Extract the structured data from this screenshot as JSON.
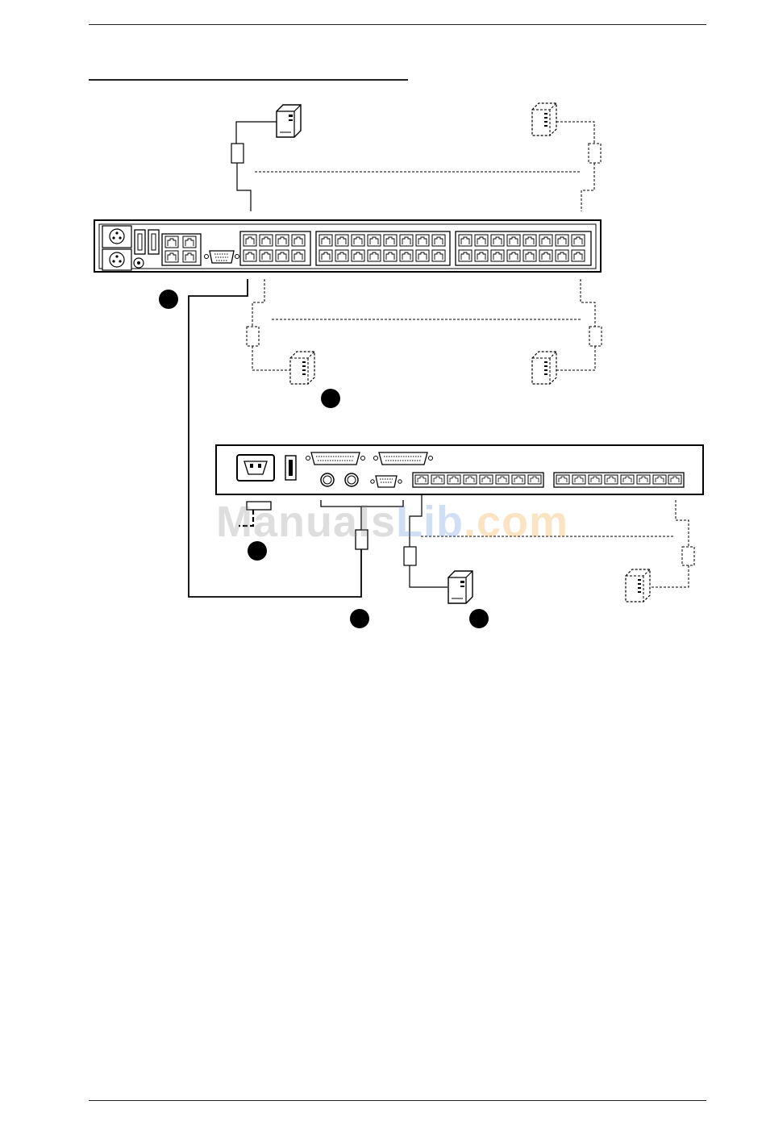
{
  "watermark": {
    "part1": "Manuals",
    "part2": "Lib",
    "part3": ".com"
  },
  "colors": {
    "line": "#000000",
    "callout": "#000000",
    "watermark_gray": "#8a8a8a",
    "watermark_blue": "#5b8fd6",
    "watermark_orange": "#f0a030"
  },
  "icons": [
    "server-icon",
    "power-socket-icon",
    "power-switch-icon",
    "rj45-port-icon",
    "vga-port-icon",
    "db-connector-icon",
    "ps2-port-icon",
    "adapter-module-icon",
    "callout-marker-icon"
  ]
}
